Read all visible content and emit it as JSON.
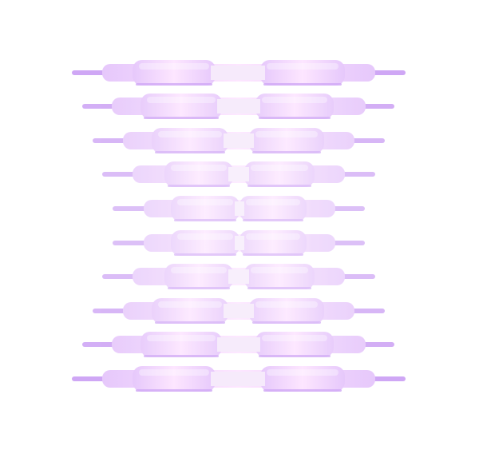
{
  "graphic": {
    "pattern": "stacked-bone-bars",
    "colors": {
      "edge": "#cfa7f5",
      "fill_outer": "#e6c8fb",
      "fill_inner": "#fde6ff",
      "fill_light": "#f6eafb",
      "highlight": "#ffffff"
    },
    "bars": [
      {
        "id": "bar-1"
      },
      {
        "id": "bar-2"
      },
      {
        "id": "bar-3"
      },
      {
        "id": "bar-4"
      },
      {
        "id": "bar-5"
      },
      {
        "id": "bar-6"
      },
      {
        "id": "bar-7"
      },
      {
        "id": "bar-8"
      },
      {
        "id": "bar-9"
      },
      {
        "id": "bar-10"
      }
    ]
  }
}
